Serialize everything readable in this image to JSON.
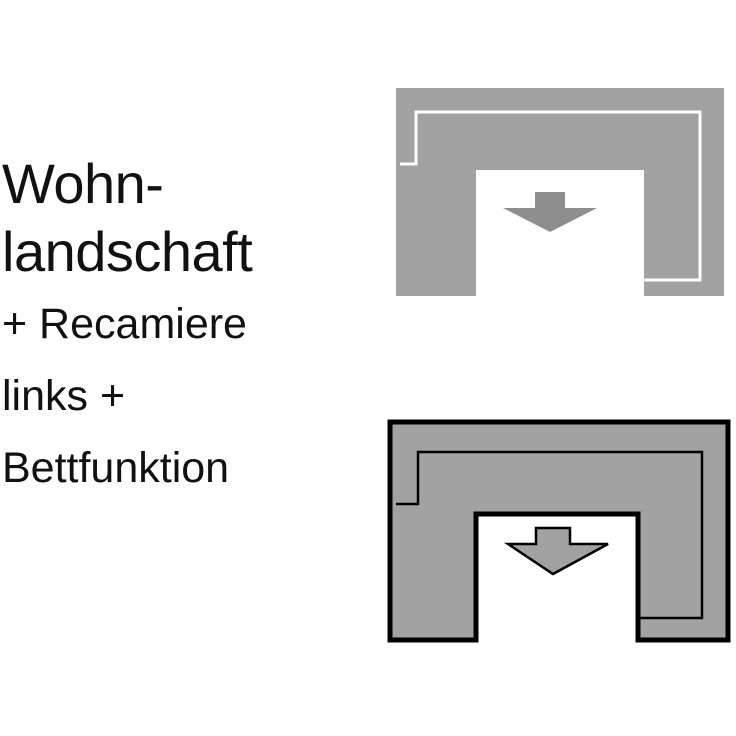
{
  "title": {
    "line1": "Wohn-",
    "line2": "landschaft"
  },
  "features": [
    "+ Recamiere",
    "links +",
    "Bettfunktion"
  ],
  "colors": {
    "sofa_gray": "#a2a2a2",
    "sofa_gray_dark": "#8e8e8e",
    "outline": "#000000",
    "seam": "#ffffff",
    "background": "#ffffff"
  },
  "diagrams": [
    {
      "name": "layout-sofa-mode",
      "style": "gray-fill",
      "arrow": "down-arrow-icon"
    },
    {
      "name": "layout-bed-mode",
      "style": "outlined",
      "arrow": "down-arrow-icon"
    }
  ]
}
